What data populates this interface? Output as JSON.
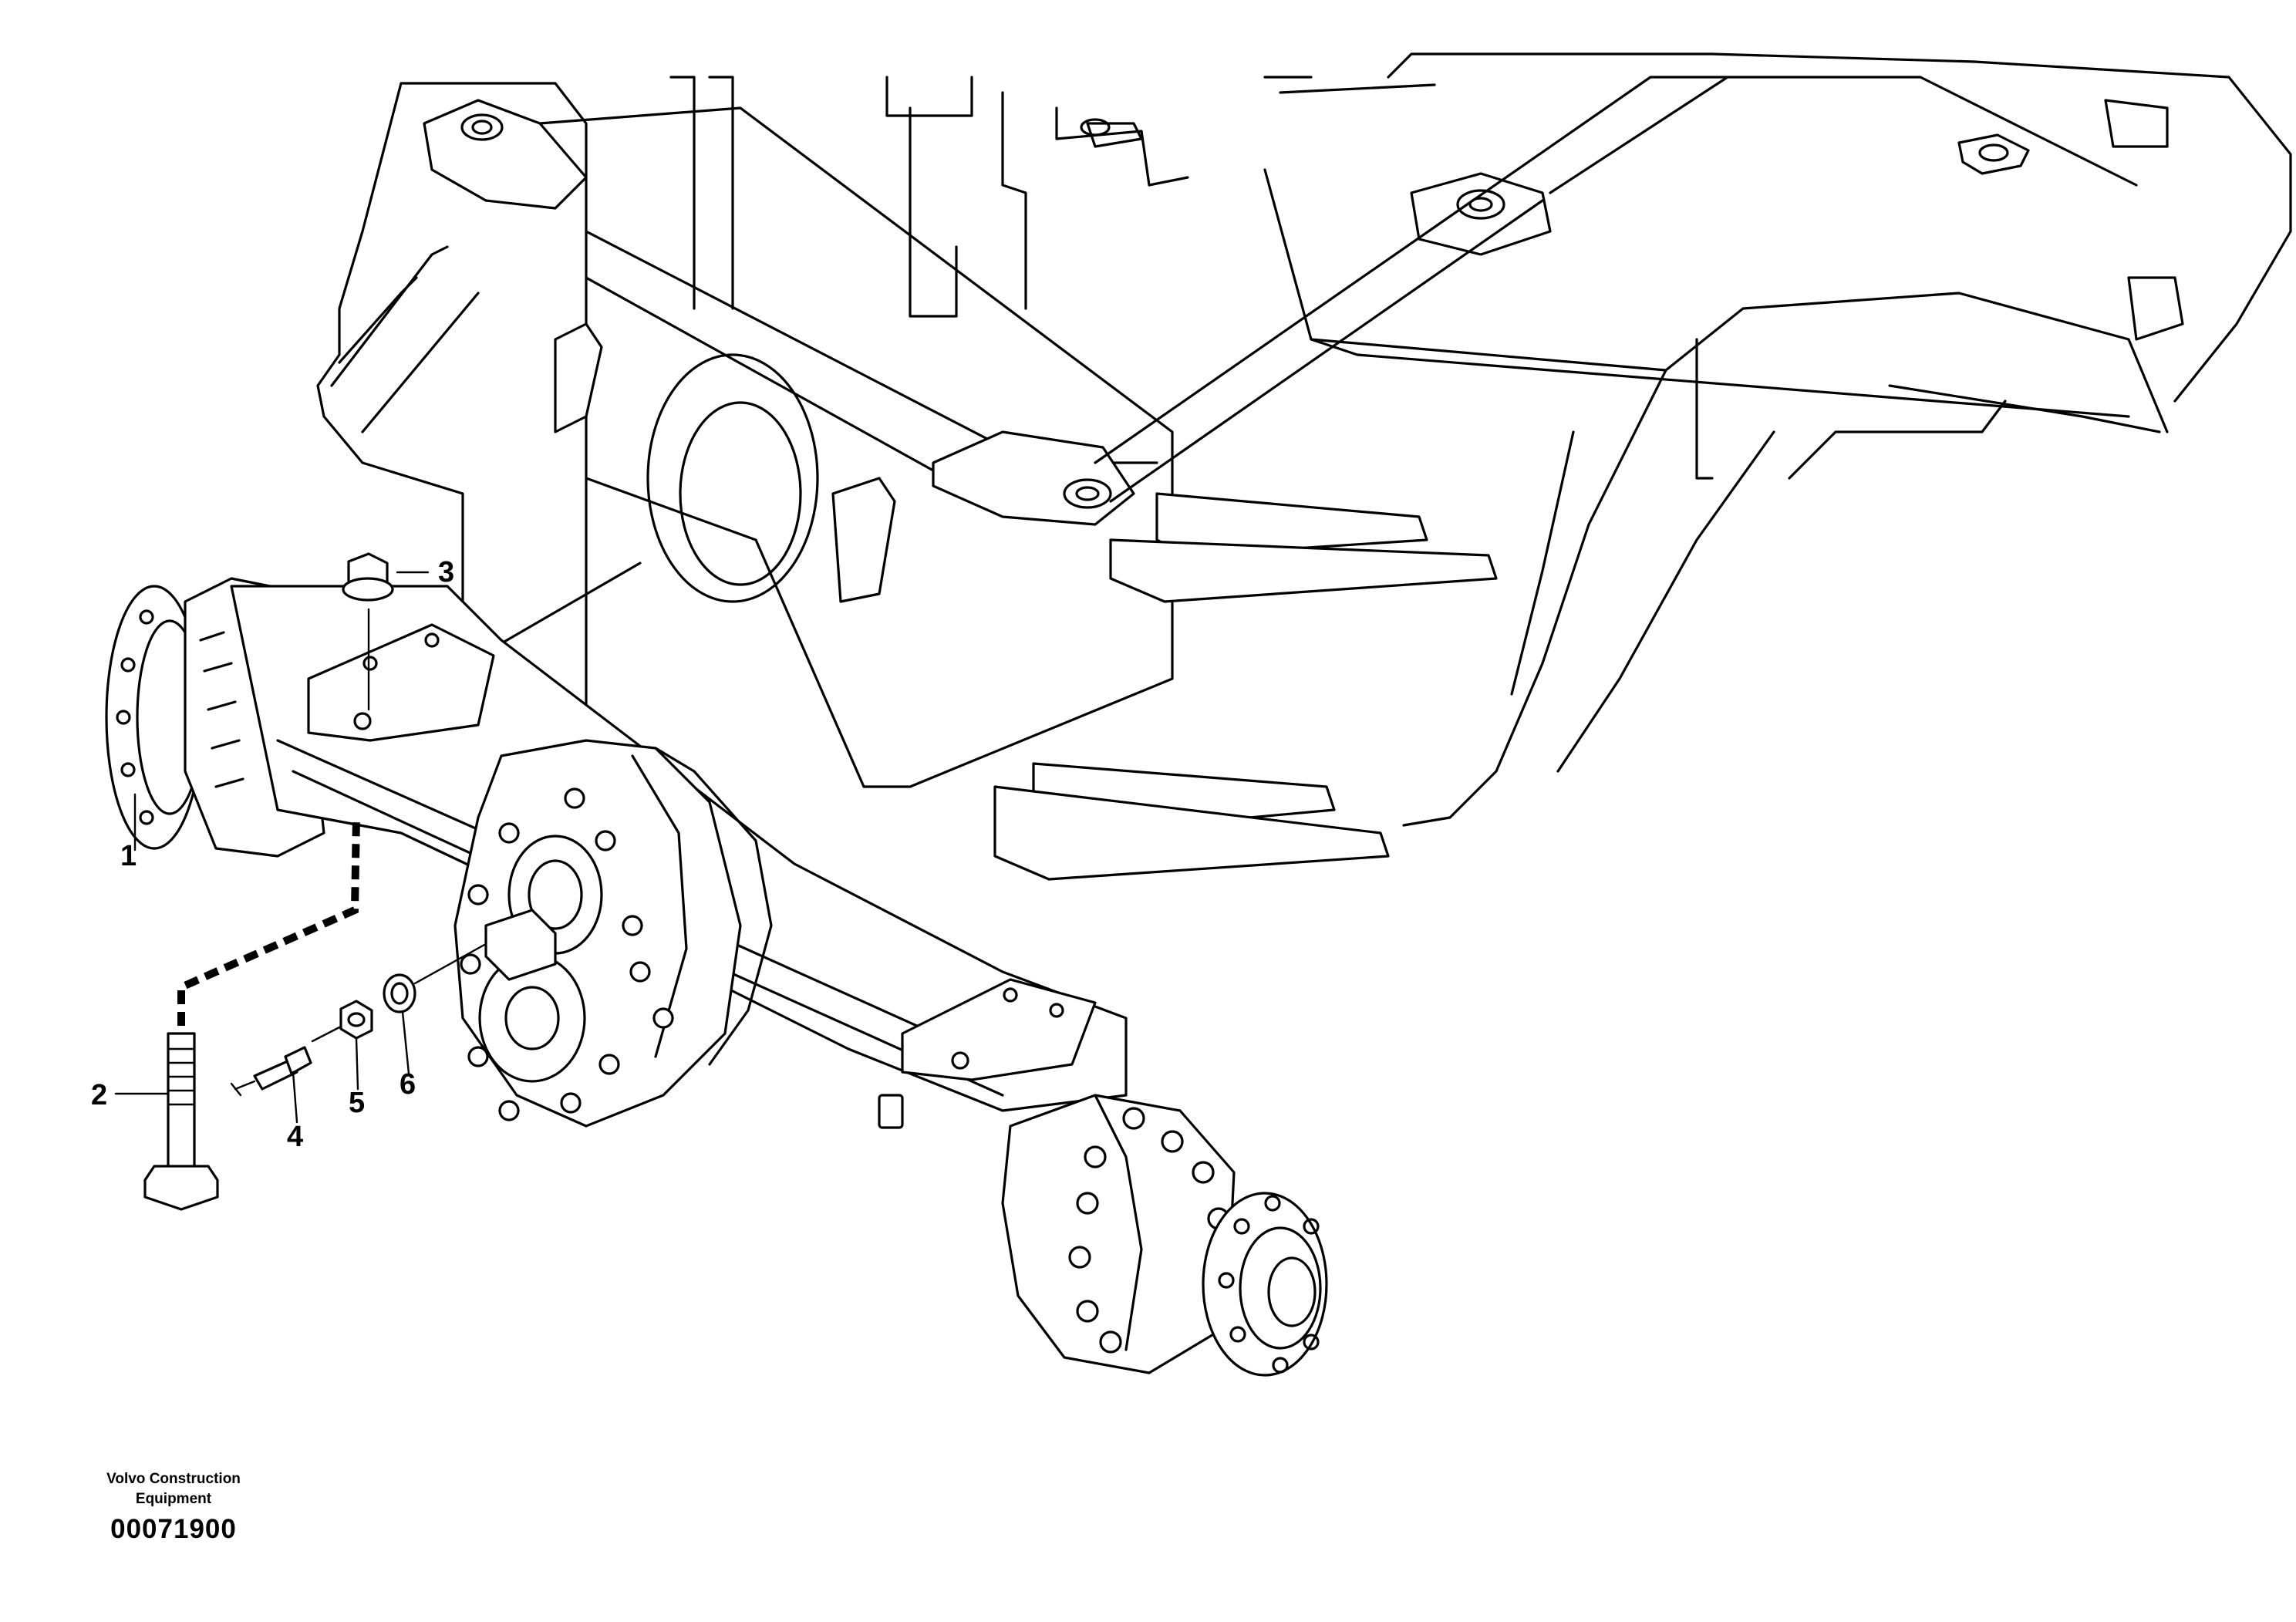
{
  "diagram": {
    "callouts": [
      {
        "id": "1",
        "label": "1"
      },
      {
        "id": "2",
        "label": "2"
      },
      {
        "id": "3",
        "label": "3"
      },
      {
        "id": "4",
        "label": "4"
      },
      {
        "id": "5",
        "label": "5"
      },
      {
        "id": "6",
        "label": "6"
      }
    ]
  },
  "footer": {
    "company_line1": "Volvo Construction",
    "company_line2": "Equipment",
    "document_number": "00071900"
  }
}
